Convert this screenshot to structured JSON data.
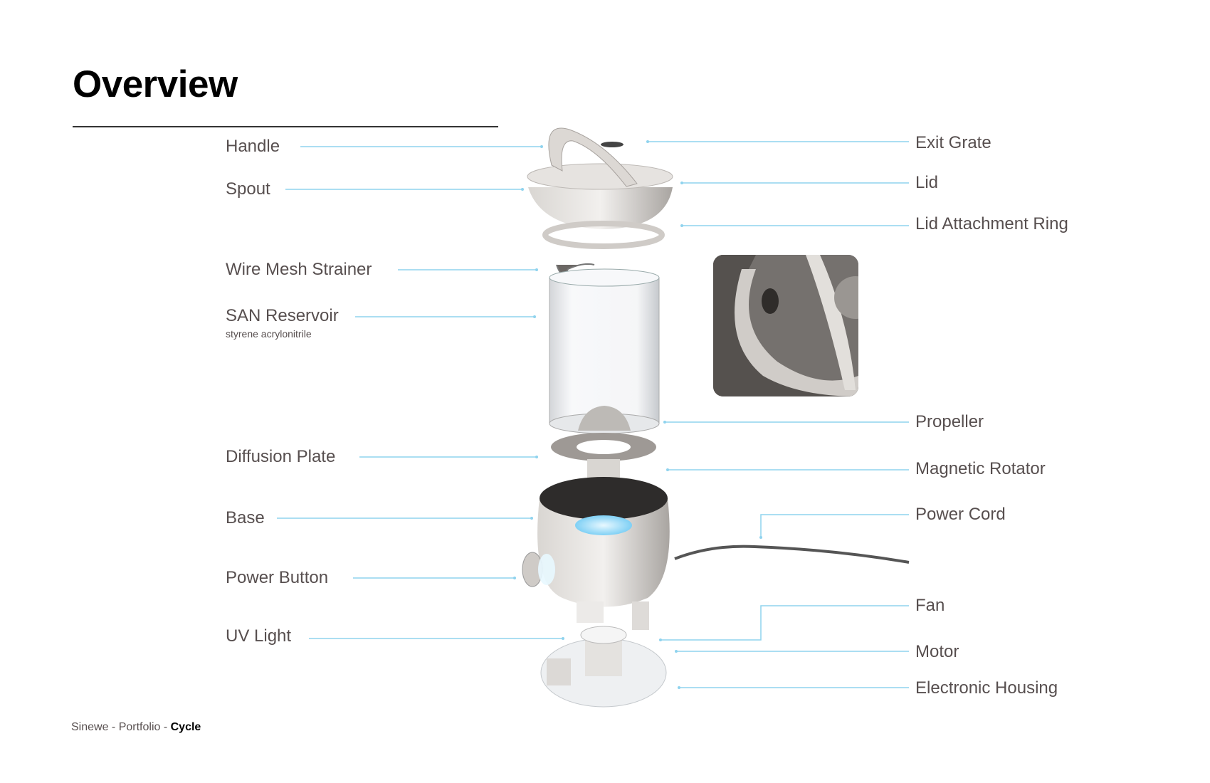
{
  "page": {
    "title": "Overview"
  },
  "labels_left": [
    {
      "label": "Handle"
    },
    {
      "label": "Spout"
    },
    {
      "label": "Wire Mesh Strainer"
    },
    {
      "label": "SAN Reservoir",
      "sublabel": "styrene acrylonitrile"
    },
    {
      "label": "Diffusion Plate"
    },
    {
      "label": "Base"
    },
    {
      "label": "Power Button"
    },
    {
      "label": "UV Light"
    }
  ],
  "labels_right": [
    {
      "label": "Exit Grate"
    },
    {
      "label": "Lid"
    },
    {
      "label": "Lid Attachment Ring"
    },
    {
      "label": "Propeller"
    },
    {
      "label": "Magnetic Rotator"
    },
    {
      "label": "Power Cord"
    },
    {
      "label": "Fan"
    },
    {
      "label": "Motor"
    },
    {
      "label": "Electronic Housing"
    }
  ],
  "footer": {
    "author": "Sinewe",
    "sep1": " - ",
    "section": "Portfolio",
    "sep2": " - ",
    "project": "Cycle"
  },
  "colors": {
    "leader_line": "#8fd3ee",
    "text": "#574f4f",
    "accent_glow": "#7fd0f5"
  }
}
